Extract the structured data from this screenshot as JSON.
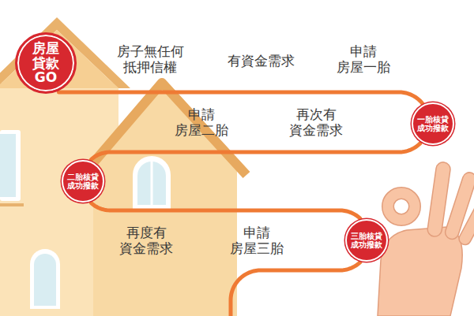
{
  "diagram": {
    "nodes": [
      {
        "text": [
          "房屋 貸款 GO"
        ]
      },
      {
        "text": [
          "一胎核貸 成功撥款"
        ]
      },
      {
        "text": [
          "二胎核貸 成功撥款"
        ]
      },
      {
        "text": [
          "三胎核貸 成功撥款"
        ]
      }
    ],
    "edges": [
      {
        "from": 0,
        "to": 1,
        "arrow": "none"
      },
      {
        "from": 1,
        "to": 2,
        "arrow": "none"
      },
      {
        "from": 2,
        "to": 3,
        "arrow": "none"
      }
    ],
    "labels": [
      "房子無任何 抵押信權",
      "有資金需求",
      "申請 房屋一胎",
      "申請 房屋二胎",
      "再次有 資金需求",
      "再度有 資金需求",
      "申請 房屋三胎"
    ]
  }
}
